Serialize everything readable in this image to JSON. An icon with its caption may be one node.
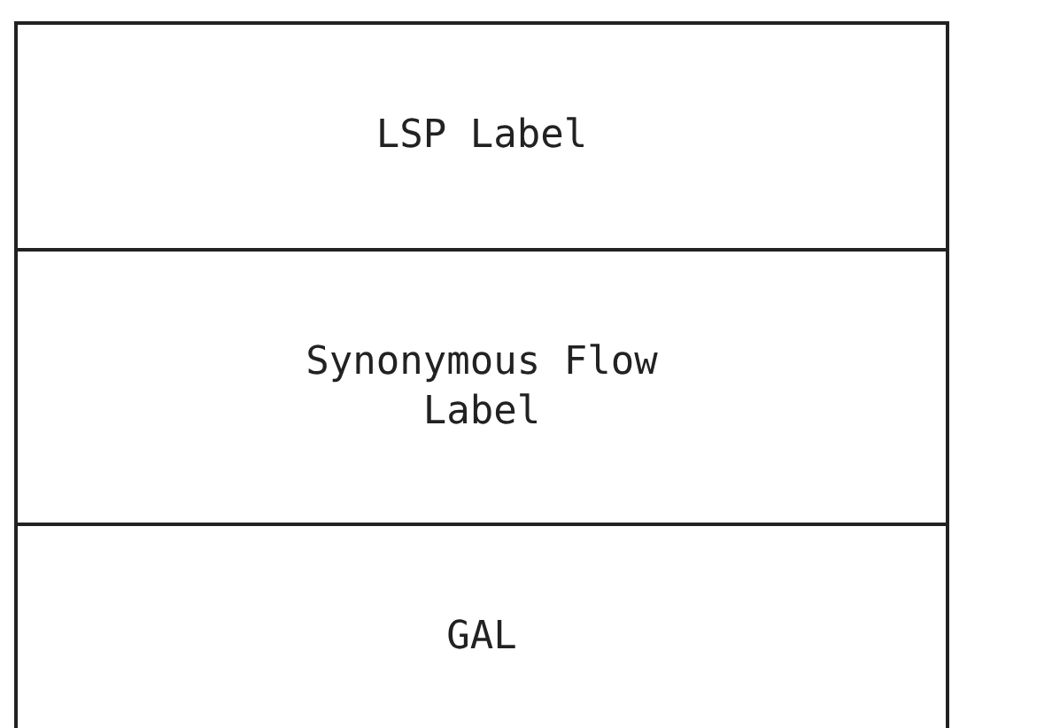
{
  "diagram": {
    "nodes": [
      {
        "text": [
          "LSP Label"
        ]
      },
      {
        "text": [
          "Synonymous Flow Label"
        ]
      },
      {
        "text": [
          "GAL"
        ]
      }
    ]
  }
}
